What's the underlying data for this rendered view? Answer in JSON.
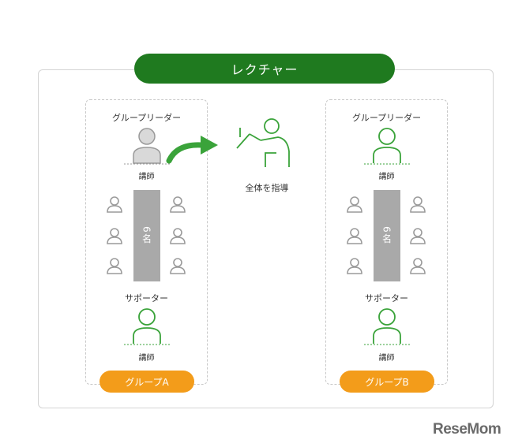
{
  "title": "レクチャー",
  "groups": [
    {
      "leader_label": "グループリーダー",
      "teacher_label_top": "講師",
      "table_label": "6名",
      "supporter_label": "サポーター",
      "teacher_label_bottom": "講師",
      "name": "グループA"
    },
    {
      "leader_label": "グループリーダー",
      "teacher_label_top": "講師",
      "table_label": "6名",
      "supporter_label": "サポーター",
      "teacher_label_bottom": "講師",
      "name": "グループB"
    }
  ],
  "center_caption": "全体を指導",
  "logo": "ReseMom",
  "colors": {
    "title_green": "#1f7a1f",
    "accent_green": "#3aa33a",
    "group_orange": "#f39c1a",
    "inactive_gray": "#a9a9a9"
  }
}
